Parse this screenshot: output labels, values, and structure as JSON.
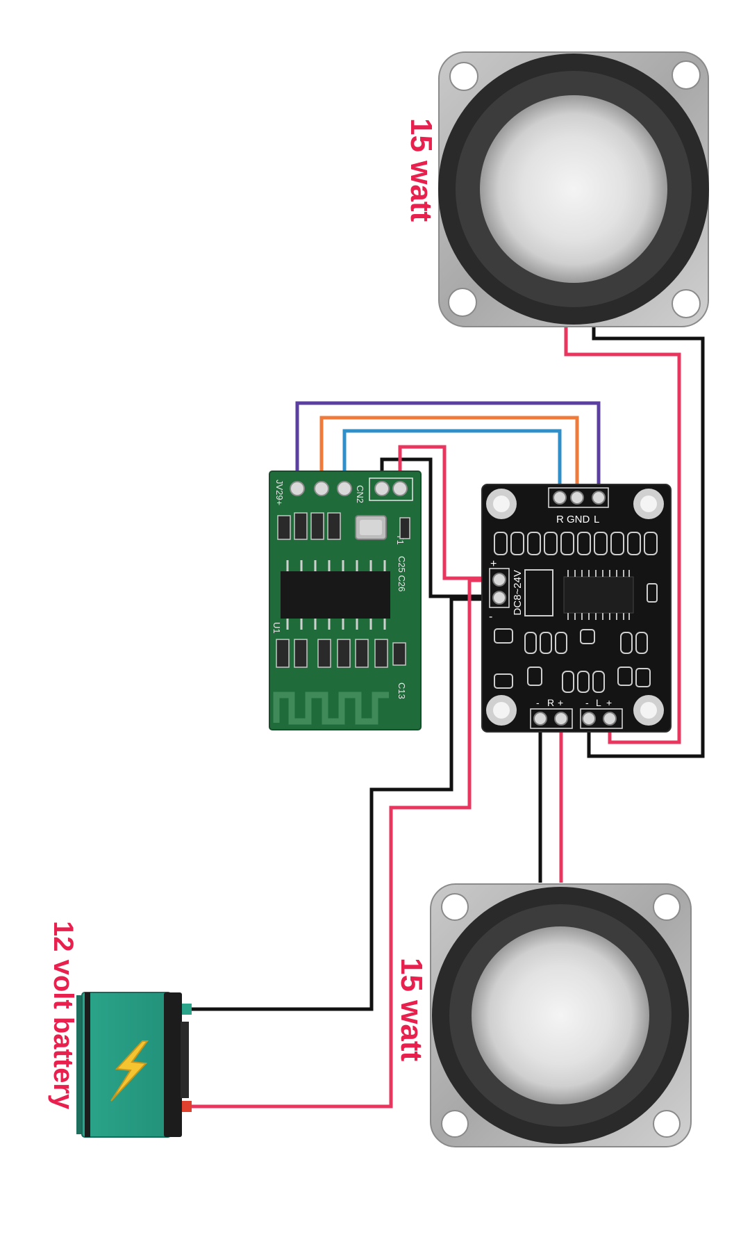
{
  "labels": {
    "speaker_top": "15 watt",
    "speaker_bottom": "15 watt",
    "battery": "12 volt battery"
  },
  "amp_board": {
    "input_header": [
      "R",
      "GND",
      "L"
    ],
    "power_range": "DC8~24V",
    "power_plus": "+",
    "power_minus": "-",
    "out_r_minus": "-",
    "out_r": "R",
    "out_r_plus": "+",
    "out_l_minus": "-",
    "out_l": "L",
    "out_l_plus": "+"
  },
  "bt_board": {
    "silk_top": "JV29+",
    "silk_cn": "CN2",
    "silk_y1": "Y1",
    "silk_c25": "C25 C26",
    "silk_c13": "C13",
    "silk_u1": "U1"
  },
  "colors": {
    "label_red": "#e8204e",
    "wire_red": "#e8365f",
    "wire_black": "#111111",
    "wire_purple": "#5b3fa0",
    "wire_orange": "#ef7a3a",
    "wire_blue": "#2f8fc9",
    "pcb_green": "#1f6b3a",
    "pcb_black": "#141414",
    "battery_teal": "#2aa58a",
    "lightning": "#f4c531"
  },
  "icons": {
    "battery": "lightning-bolt-icon"
  }
}
